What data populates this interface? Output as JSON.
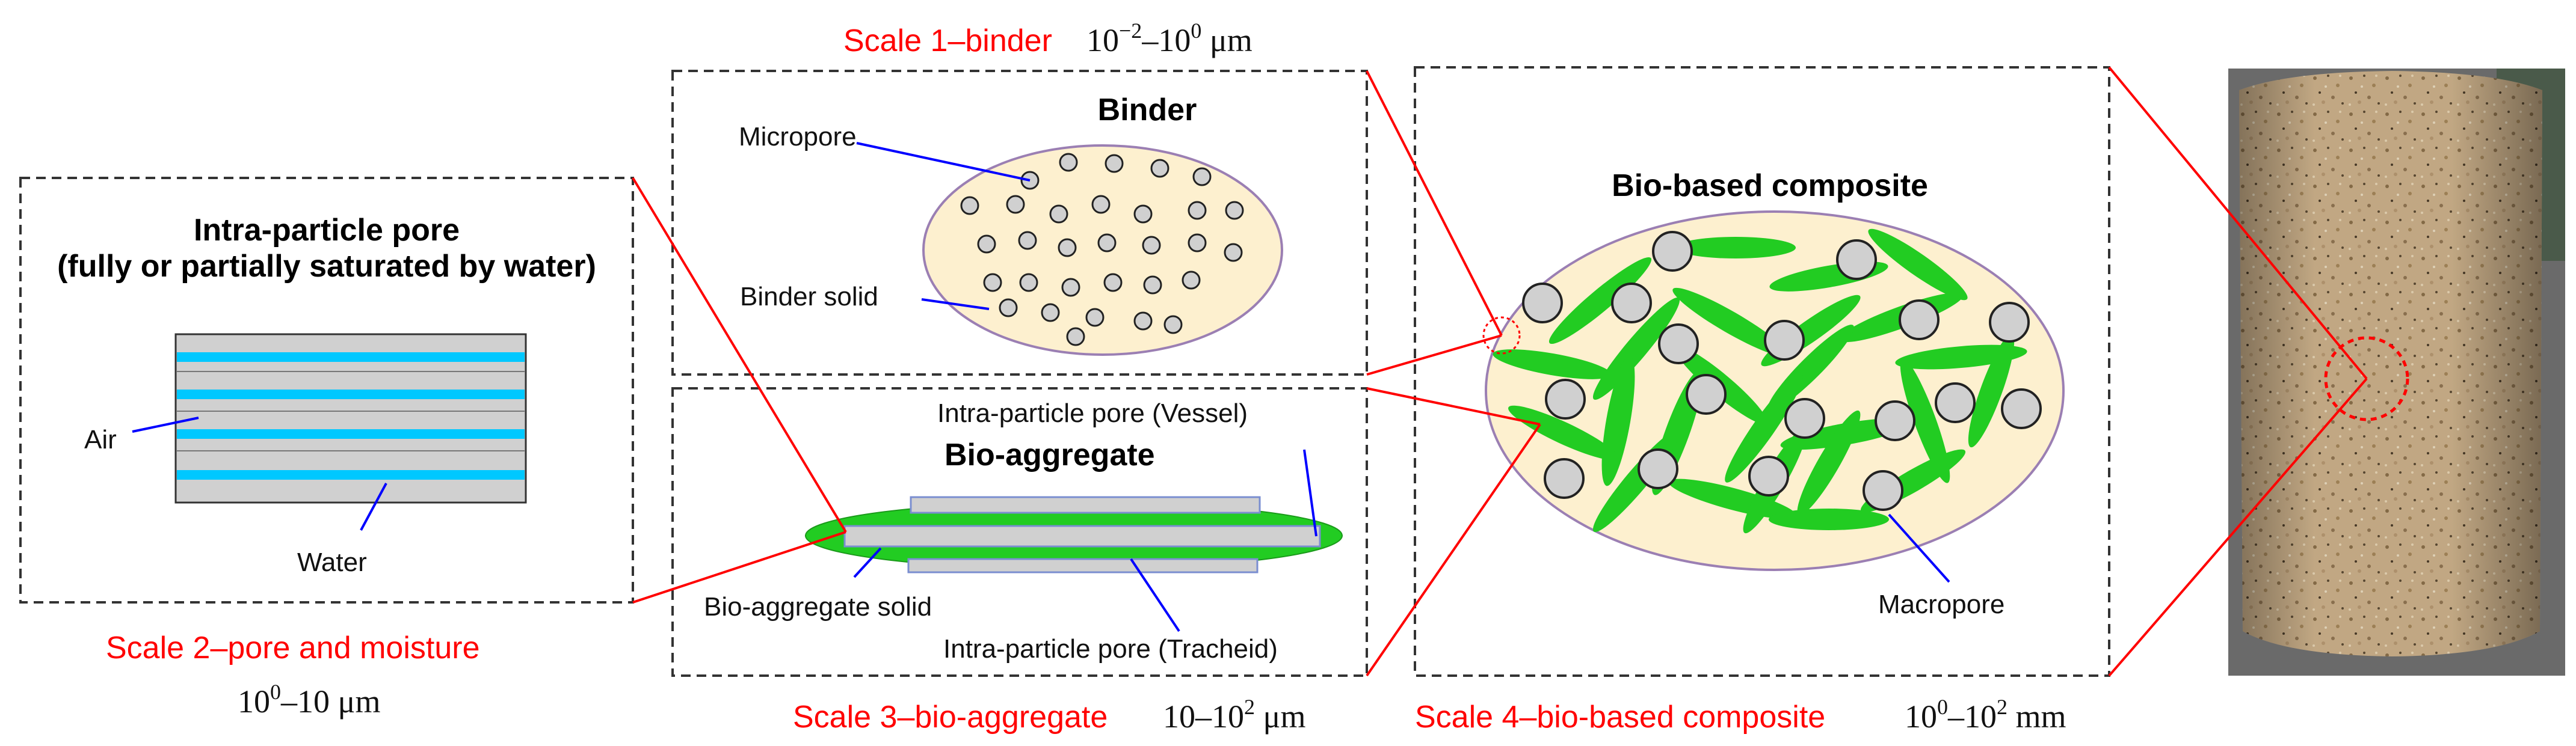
{
  "colors": {
    "red": "#ff0000",
    "blue": "#0000ff",
    "green": "#22cc22",
    "cream": "#fdf0cf",
    "pore": "#d0d0d0",
    "cyan": "#00c8ff",
    "outline": "#9b7fb3"
  },
  "scale1": {
    "label": "Scale 1–binder",
    "range_base1": "10",
    "range_exp1": "−2",
    "range_dash": "–10",
    "range_exp2": "0",
    "range_unit": " μm"
  },
  "scale2": {
    "label": "Scale 2–pore and moisture",
    "range_base": "10",
    "range_exp": "0",
    "range_rest": "–10 μm"
  },
  "scale3": {
    "label": "Scale 3–bio-aggregate",
    "range_base": "10–10",
    "range_exp": "2",
    "range_unit": " μm"
  },
  "scale4": {
    "label": "Scale 4–bio-based composite",
    "range_base1": "10",
    "range_exp1": "0",
    "range_dash": "–10",
    "range_exp2": "2",
    "range_unit": " mm"
  },
  "panel_pore": {
    "title_line1": "Intra-particle pore",
    "title_line2": "(fully or partially saturated by water)",
    "air_label": "Air",
    "water_label": "Water"
  },
  "panel_binder": {
    "title": "Binder",
    "micropore_label": "Micropore",
    "solid_label": "Binder solid"
  },
  "panel_aggregate": {
    "title": "Bio-aggregate",
    "vessel_label": "Intra-particle pore (Vessel)",
    "solid_label": "Bio-aggregate solid",
    "tracheid_label": "Intra-particle pore (Tracheid)"
  },
  "panel_composite": {
    "title": "Bio-based composite",
    "macropore_label": "Macropore"
  }
}
